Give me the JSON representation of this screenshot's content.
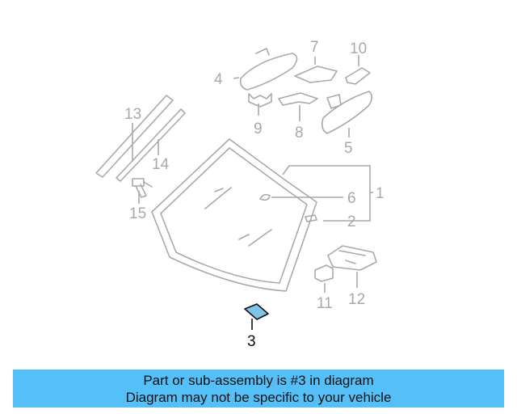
{
  "diagram": {
    "highlighted_part": "3",
    "callouts": [
      "1",
      "2",
      "3",
      "4",
      "5",
      "6",
      "7",
      "8",
      "9",
      "10",
      "11",
      "12",
      "13",
      "14",
      "15"
    ],
    "colors": {
      "parts": "#a9a9a9",
      "highlight_fill": "#7fc4e8",
      "highlight_text": "#111111",
      "banner": "#55bff7"
    }
  },
  "banner": {
    "line1": "Part or sub-assembly is #3 in diagram",
    "line2": "Diagram may not be specific to your vehicle"
  }
}
